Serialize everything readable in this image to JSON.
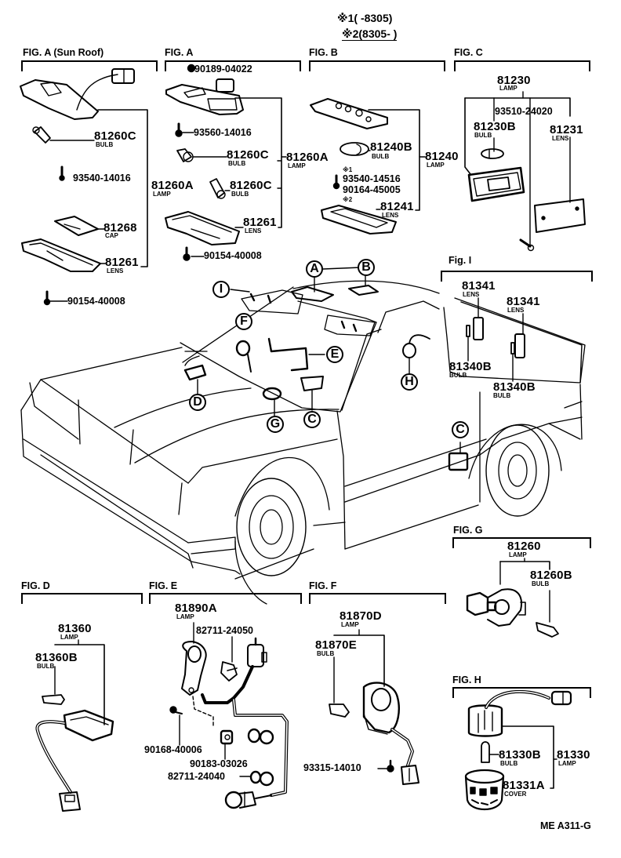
{
  "notes": {
    "n1": "※1(        -8305)",
    "n2": "※2(8305-         )"
  },
  "figures": {
    "a_sunroof": {
      "title": "FIG. A (Sun Roof)",
      "parts": [
        {
          "pn": "81260C",
          "desc": "BULB"
        },
        {
          "pn": "93540-14016",
          "desc": ""
        },
        {
          "pn": "81260A",
          "desc": "LAMP"
        },
        {
          "pn": "81268",
          "desc": "CAP"
        },
        {
          "pn": "81261",
          "desc": "LENS"
        },
        {
          "pn": "90154-40008",
          "desc": ""
        }
      ]
    },
    "a": {
      "title": "FIG. A",
      "parts": [
        {
          "pn": "90189-04022",
          "desc": ""
        },
        {
          "pn": "93560-14016",
          "desc": ""
        },
        {
          "pn": "81260C",
          "desc": "BULB"
        },
        {
          "pn": "81260A",
          "desc": "LAMP"
        },
        {
          "pn": "81260C",
          "desc": "BULB"
        },
        {
          "pn": "81261",
          "desc": "LENS"
        },
        {
          "pn": "90154-40008",
          "desc": ""
        }
      ]
    },
    "b": {
      "title": "FIG. B",
      "parts": [
        {
          "pn": "81240B",
          "desc": "BULB"
        },
        {
          "pn": "81240",
          "desc": "LAMP"
        },
        {
          "pn": "93540-14516",
          "desc": "",
          "mark": "※1"
        },
        {
          "pn": "90164-45005",
          "desc": ""
        },
        {
          "pn": "81241",
          "desc": "LENS",
          "mark": "※2"
        }
      ]
    },
    "c": {
      "title": "FIG. C",
      "parts": [
        {
          "pn": "81230",
          "desc": "LAMP"
        },
        {
          "pn": "93510-24020",
          "desc": ""
        },
        {
          "pn": "81230B",
          "desc": "BULB"
        },
        {
          "pn": "81231",
          "desc": "LENS"
        }
      ]
    },
    "i": {
      "title": "Fig. I",
      "parts": [
        {
          "pn": "81341",
          "desc": "LENS"
        },
        {
          "pn": "81341",
          "desc": "LENS"
        },
        {
          "pn": "81340B",
          "desc": "BULB"
        },
        {
          "pn": "81340B",
          "desc": "BULB"
        }
      ]
    },
    "d": {
      "title": "FIG. D",
      "parts": [
        {
          "pn": "81360",
          "desc": "LAMP"
        },
        {
          "pn": "81360B",
          "desc": "BULB"
        }
      ]
    },
    "e": {
      "title": "FIG. E",
      "parts": [
        {
          "pn": "81890A",
          "desc": "LAMP"
        },
        {
          "pn": "82711-24050",
          "desc": ""
        },
        {
          "pn": "90168-40006",
          "desc": ""
        },
        {
          "pn": "90183-03026",
          "desc": ""
        },
        {
          "pn": "82711-24040",
          "desc": ""
        }
      ]
    },
    "f": {
      "title": "FIG. F",
      "parts": [
        {
          "pn": "81870D",
          "desc": "LAMP"
        },
        {
          "pn": "81870E",
          "desc": "BULB"
        },
        {
          "pn": "93315-14010",
          "desc": ""
        }
      ]
    },
    "g": {
      "title": "FIG. G",
      "parts": [
        {
          "pn": "81260",
          "desc": "LAMP"
        },
        {
          "pn": "81260B",
          "desc": "BULB"
        }
      ]
    },
    "h": {
      "title": "FIG. H",
      "parts": [
        {
          "pn": "81330B",
          "desc": "BULB"
        },
        {
          "pn": "81330",
          "desc": "LAMP"
        },
        {
          "pn": "81331A",
          "desc": "COVER"
        }
      ]
    }
  },
  "callouts": [
    "A",
    "B",
    "C",
    "D",
    "E",
    "F",
    "G",
    "H",
    "I",
    "C"
  ],
  "footer_code": "ME A311-G"
}
